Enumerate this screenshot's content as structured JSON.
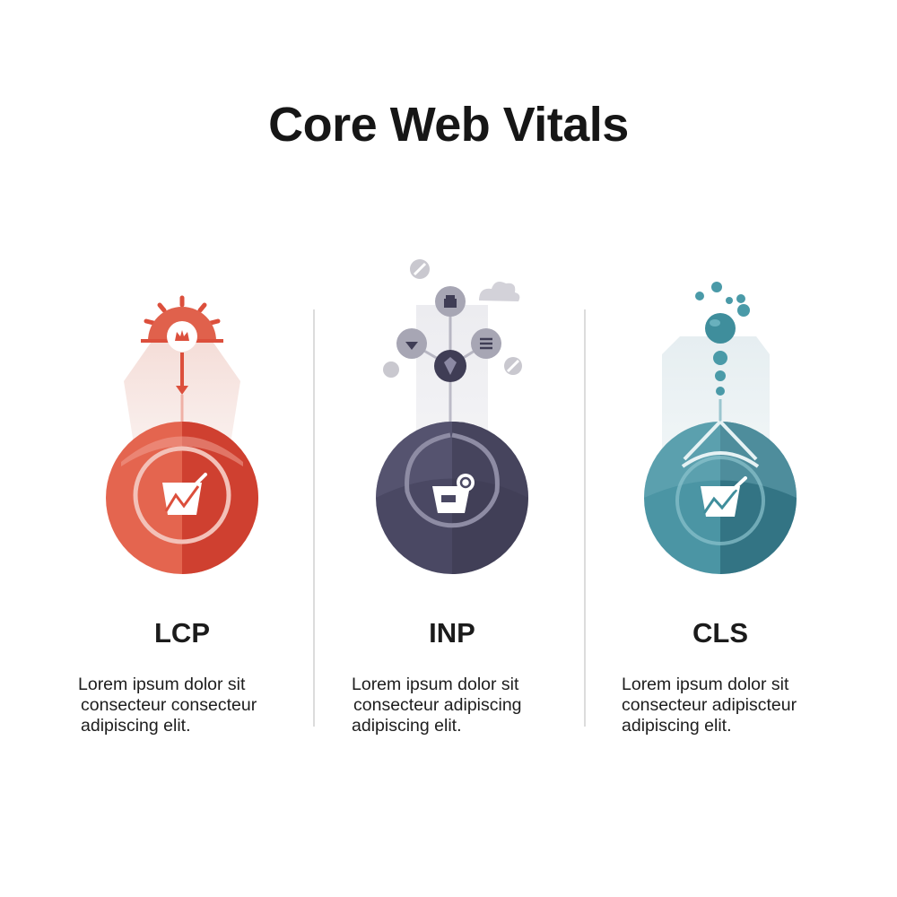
{
  "title": "Core Web Vitals",
  "colors": {
    "lcp": "#dc4f3c",
    "inp": "#4a4863",
    "cls": "#3e8393",
    "divider": "#dcdcdc"
  },
  "metrics": [
    {
      "label": "LCP",
      "icon": "crown-icon",
      "center_icon": "trend-basket-icon",
      "desc": [
        "Lorem ipsum dolor sit",
        "consecteur consecteur",
        "adipiscing elit."
      ]
    },
    {
      "label": "INP",
      "icon": "network-icon",
      "center_icon": "basket-refresh-icon",
      "desc": [
        "Lorem ipsum dolor sit",
        "consecteur adipiscing",
        "adipiscing elit."
      ]
    },
    {
      "label": "CLS",
      "icon": "bubbles-icon",
      "center_icon": "trend-basket-icon",
      "desc": [
        "Lorem ipsum dolor sit",
        "consecteur adipiscteur",
        "adipiscing elit."
      ]
    }
  ]
}
